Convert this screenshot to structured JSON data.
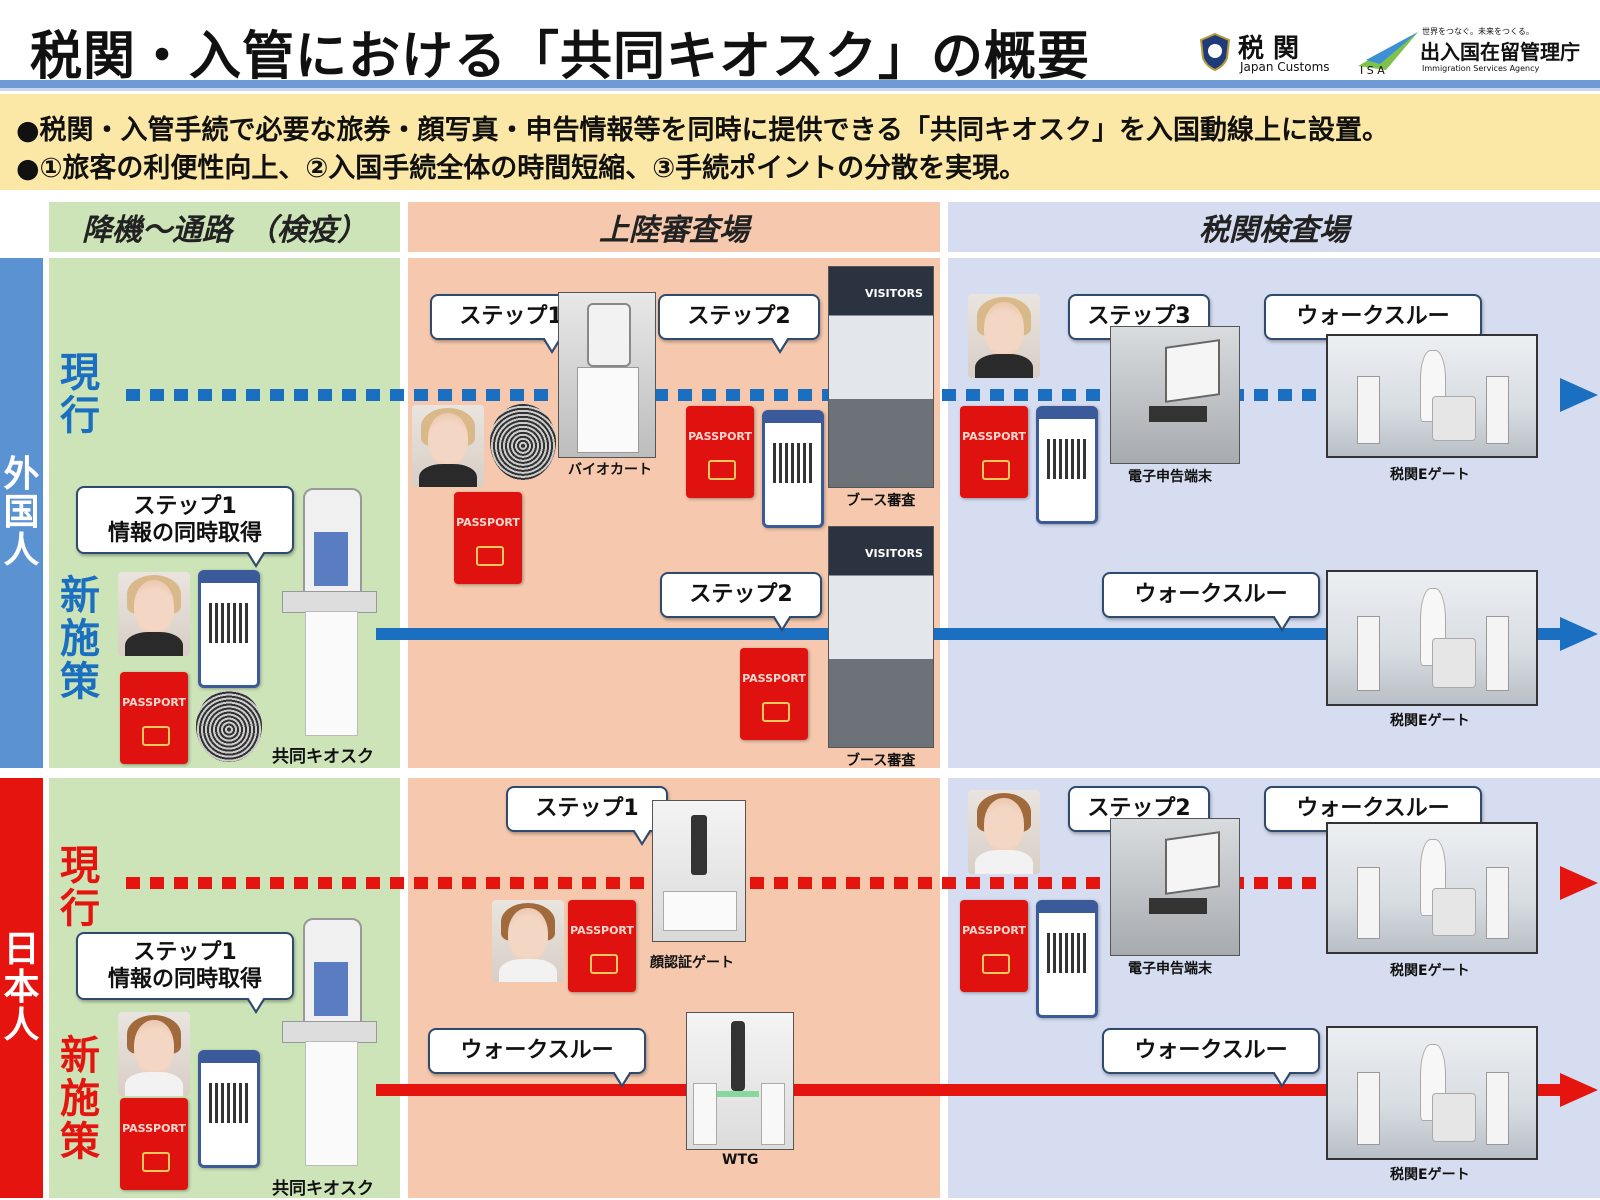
{
  "title": "税関・入管における「共同キオスク」の概要",
  "logos": {
    "customs_jp": "税 関",
    "customs_en": "Japan Customs",
    "isa_slogan": "世界をつなぐ。未来をつくる。",
    "isa_jp": "出入国在留管理庁",
    "isa_en": "Immigration Services Agency",
    "isa_abbr": "I S A"
  },
  "summary": [
    "●税関・入管手続で必要な旅券・顔写真・申告情報等を同時に提供できる「共同キオスク」を入国動線上に設置。",
    "●①旅客の利便性向上、②入国手続全体の時間短縮、③手続ポイントの分散を実現。"
  ],
  "zones": [
    "降機～通路　（検疫）",
    "上陸審査場",
    "税関検査場"
  ],
  "sides": {
    "foreign": "外国人",
    "japanese": "日本人"
  },
  "row_labels": {
    "current": "現行",
    "new": "新施策"
  },
  "callouts": {
    "step1": "ステップ1",
    "step2": "ステップ2",
    "step3": "ステップ3",
    "walkthrough": "ウォークスルー",
    "step1_kiosk_l1": "ステップ1",
    "step1_kiosk_l2": "情報の同時取得"
  },
  "captions": {
    "biocart": "バイオカート",
    "booth": "ブース審査",
    "eterminal": "電子申告端末",
    "egate": "税関Eゲート",
    "kiosk": "共同キオスク",
    "facegate": "顔認証ゲート",
    "wtg": "WTG"
  },
  "passport_label": "PASSPORT",
  "booth_sign": "VISITORS",
  "colors": {
    "foreign": "#1a6fc0",
    "japanese": "#e5140f",
    "zone_quarantine": "#cde4b8",
    "zone_immigration": "#f6c9ae",
    "zone_customs": "#d6ddf0",
    "summary_bg": "#fce8a6"
  }
}
